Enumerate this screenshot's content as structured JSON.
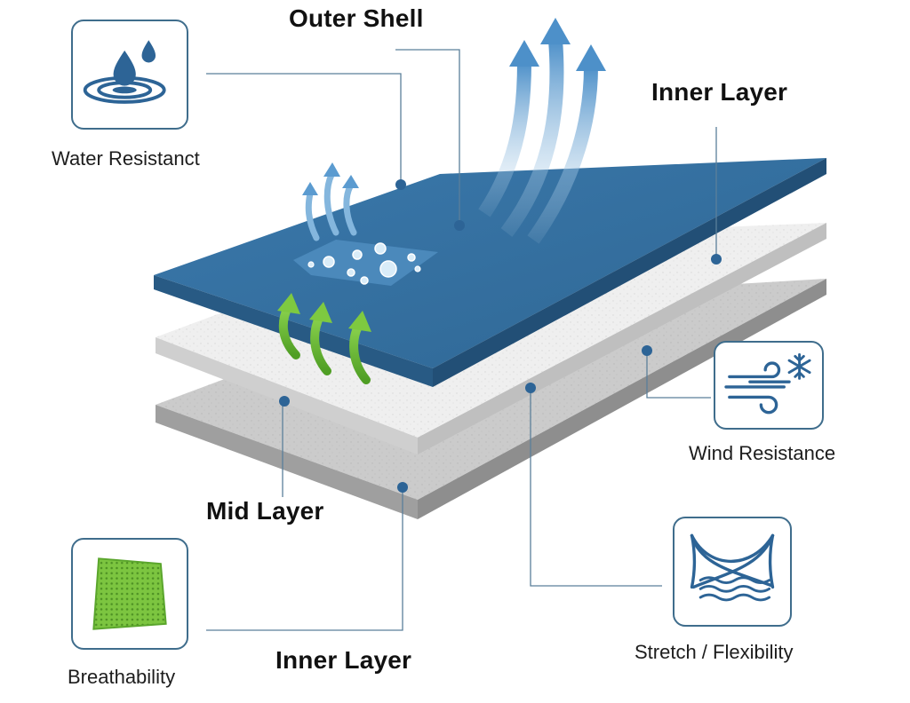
{
  "labels": {
    "outer_shell": "Outer Shell",
    "inner_layer_top": "Inner Layer",
    "mid_layer": "Mid Layer",
    "inner_layer_bottom": "Inner Layer"
  },
  "features": {
    "water": "Water Resistanct",
    "wind": "Wind Resistance",
    "stretch": "Stretch / Flexibility",
    "breath": "Breathability"
  },
  "colors": {
    "shell": "#346e9f",
    "shell_side": "#2a5a84",
    "white_layer": "#eeeeee",
    "grey_layer": "#c9c9c9",
    "leader": "#3f6d8c",
    "dot": "#2d6496",
    "green_arrow": "#6fbf3a",
    "blue_arrow": "#7fb3dc"
  },
  "icons": {
    "water": "water-drops-icon",
    "wind": "wind-snowflake-icon",
    "stretch": "stretch-fabric-icon",
    "breath": "mesh-fabric-icon"
  }
}
